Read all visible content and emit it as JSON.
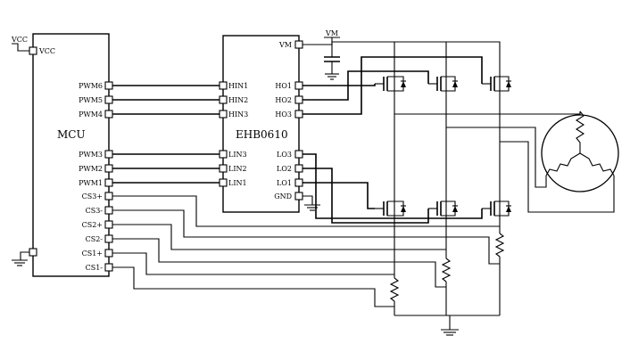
{
  "mcu": {
    "name": "MCU",
    "vcc_pin": "VCC",
    "vcc_net": "VCC",
    "pins": [
      "PWM6",
      "PWM5",
      "PWM4",
      "PWM3",
      "PWM2",
      "PWM1",
      "CS3+",
      "CS3-",
      "CS2+",
      "CS2-",
      "CS1+",
      "CS1-"
    ]
  },
  "driver": {
    "name": "EHB0610",
    "left_pins": [
      "HIN1",
      "HIN2",
      "HIN3",
      "LIN3",
      "LIN2",
      "LIN1"
    ],
    "right_pins": [
      "VM",
      "HO1",
      "HO2",
      "HO3",
      "LO3",
      "LO2",
      "LO1",
      "GND"
    ],
    "vm_net": "VM"
  }
}
